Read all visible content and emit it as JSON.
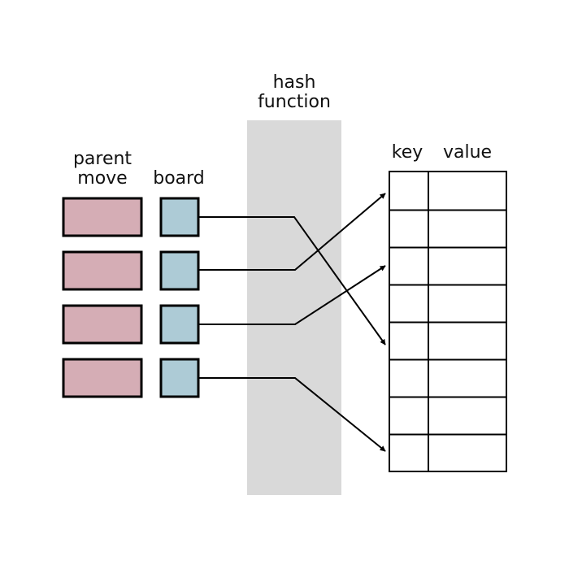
{
  "labels": {
    "hash_line1": "hash",
    "hash_line2": "function",
    "parent_line1": "parent",
    "parent_line2": "move",
    "board": "board",
    "key": "key",
    "value": "value"
  },
  "colors": {
    "parent_move_fill": "#d5adb5",
    "board_fill": "#adcbd6",
    "hash_band_fill": "#d9d9d9",
    "stroke": "#000000"
  },
  "entries": [
    {
      "entry": 1,
      "target_slot": 5
    },
    {
      "entry": 2,
      "target_slot": 1
    },
    {
      "entry": 3,
      "target_slot": 3
    },
    {
      "entry": 4,
      "target_slot": 8
    }
  ],
  "table": {
    "slot_count": 8
  }
}
